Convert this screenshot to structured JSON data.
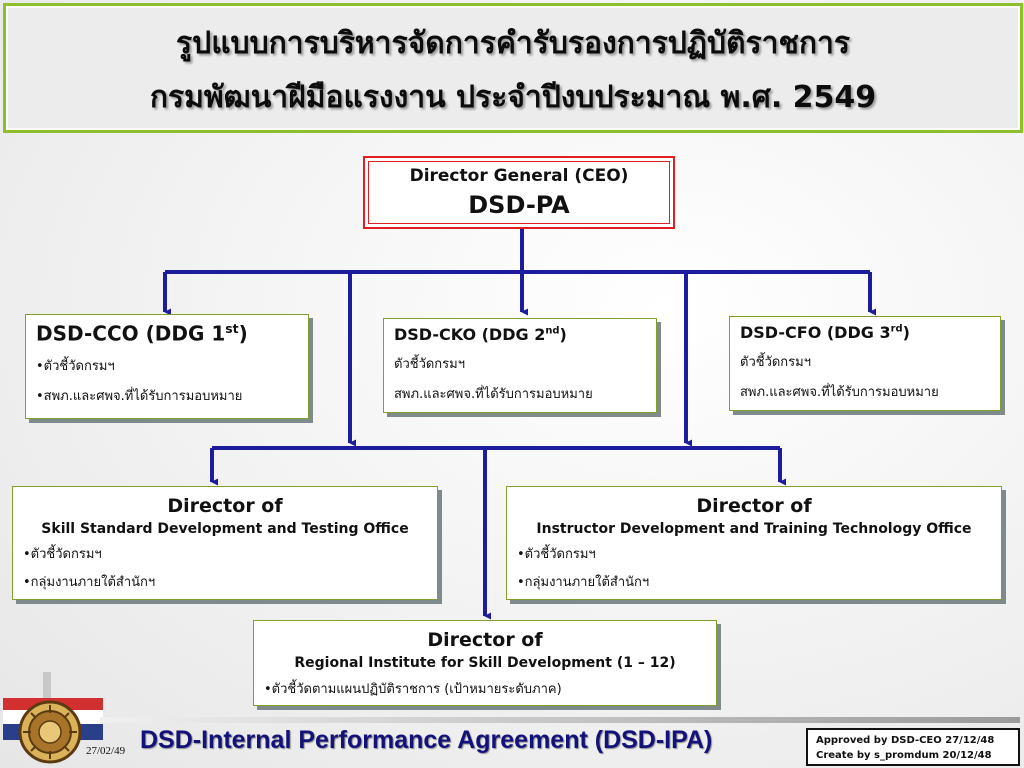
{
  "header": {
    "line1": "รูปแบบการบริหารจัดการคำรับรองการปฏิบัติราชการ",
    "line2": "กรมพัฒนาฝีมือแรงงาน ประจำปีงบประมาณ พ.ศ. 2549"
  },
  "ceo": {
    "title": "Director General (CEO)",
    "name": "DSD-PA"
  },
  "deputies": [
    {
      "name": "DSD-CCO (DDG 1",
      "sup": "st",
      "close": ")",
      "item1": "•ตัวชี้วัดกรมฯ",
      "item2": "•สพภ.และศพจ.ที่ได้รับการมอบหมาย"
    },
    {
      "name": "DSD-CKO (DDG 2",
      "sup": "nd",
      "close": ")",
      "item1": "ตัวชี้วัดกรมฯ",
      "item2": "สพภ.และศพจ.ที่ได้รับการมอบหมาย"
    },
    {
      "name": "DSD-CFO (DDG 3",
      "sup": "rd",
      "close": ")",
      "item1": "ตัวชี้วัดกรมฯ",
      "item2": "สพภ.และศพจ.ที่ได้รับการมอบหมาย"
    }
  ],
  "directors": [
    {
      "heading": "Director of",
      "office": "Skill Standard Development and Testing Office",
      "item1": "•ตัวชี้วัดกรมฯ",
      "item2": "•กลุ่มงานภายใต้สำนักฯ"
    },
    {
      "heading": "Director of",
      "office": "Instructor Development and Training Technology Office",
      "item1": "•ตัวชี้วัดกรมฯ",
      "item2": "•กลุ่มงานภายใต้สำนักฯ"
    },
    {
      "heading": "Director of",
      "office": "Regional  Institute  for Skill Development (1 – 12)",
      "item1": "•ตัวชี้วัดตามแผนปฏิบัติราชการ (เป้าหมายระดับภาค)"
    }
  ],
  "footer": {
    "date": "27/02/49",
    "title": "DSD-Internal Performance Agreement (DSD-IPA)",
    "approved": "Approved by DSD-CEO  27/12/48",
    "created": "Create by s_promdum  20/12/48"
  },
  "colors": {
    "connector": "#1c1c9c",
    "title_border": "#8cbf2c",
    "ceo_border": "#e02020",
    "footer_text": "#12127a"
  }
}
